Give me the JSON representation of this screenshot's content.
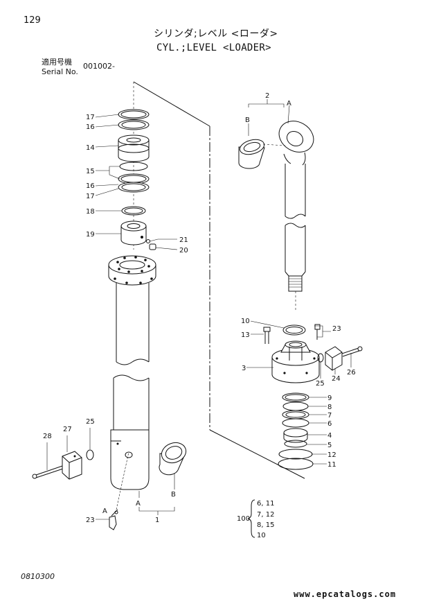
{
  "header": {
    "page_number": "129",
    "title_jp": "シリンダ;レベル <ローダ>",
    "title_en": "CYL.;LEVEL <LOADER>",
    "serial_label_jp": "適用号機",
    "serial_label_en": "Serial No.",
    "serial_value": "001002-"
  },
  "callouts": {
    "n17a": "17",
    "n16a": "16",
    "n14": "14",
    "n15": "15",
    "n16b": "16",
    "n17b": "17",
    "n18": "18",
    "n19": "19",
    "n21": "21",
    "n20": "20",
    "n2": "2",
    "nA_top": "A",
    "nB_top": "B",
    "n10": "10",
    "n13": "13",
    "n23_right": "23",
    "n3": "3",
    "n25_right": "25",
    "n24": "24",
    "n26": "26",
    "n9": "9",
    "n8": "8",
    "n7": "7",
    "n6": "6",
    "n4": "4",
    "n5": "5",
    "n12": "12",
    "n11": "11",
    "n28": "28",
    "n27": "27",
    "n25_left": "25",
    "n23_left": "23",
    "nA_bottom": "A",
    "nA_small": "A",
    "nB_bottom": "B",
    "n1": "1"
  },
  "kit": {
    "number": "100",
    "items": [
      "6, 11",
      "7, 12",
      "8, 15",
      "10"
    ]
  },
  "footer": {
    "drawing_code": "0810300",
    "watermark": "www.epcatalogs.com"
  }
}
